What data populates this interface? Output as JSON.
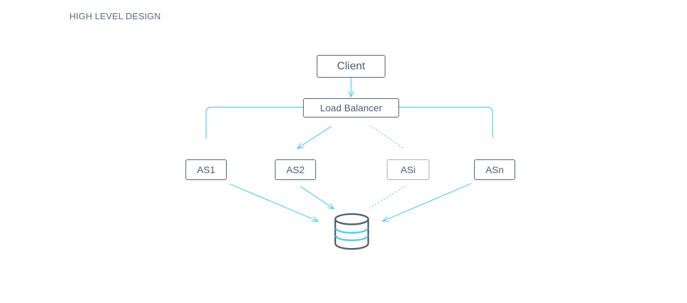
{
  "title": "HIGH LEVEL DESIGN",
  "nodes": {
    "client": "Client",
    "load_balancer": "Load Balancer",
    "as1": "AS1",
    "as2": "AS2",
    "asi": "ASi",
    "asn": "ASn"
  },
  "icons": {
    "database": "database-icon"
  },
  "colors": {
    "connector": "#5bc8ee",
    "node_border": "#4f6274",
    "text": "#4a5d70"
  }
}
